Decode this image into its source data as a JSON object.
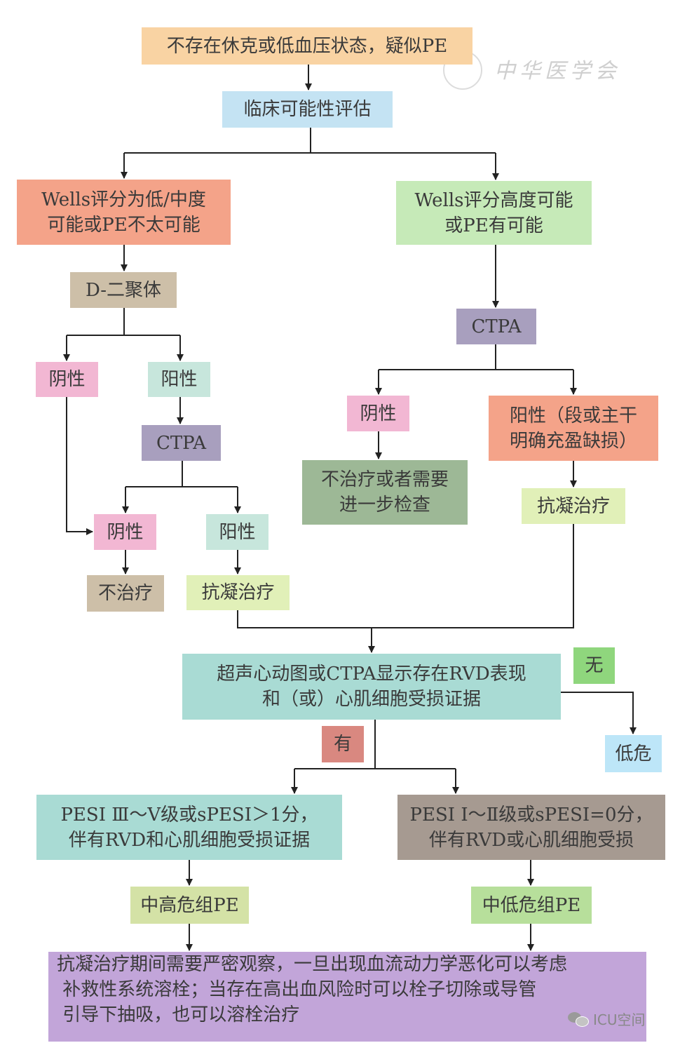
{
  "nodes": {
    "start": "不存在休克或低血压状态，疑似PE",
    "clinical": "临床可能性评估",
    "wells_low": [
      "Wells评分为低/中度",
      "可能或PE不太可能"
    ],
    "wells_high": [
      "Wells评分高度可能",
      "或PE有可能"
    ],
    "ddimer": "D-二聚体",
    "l_neg": "阴性",
    "l_pos": "阳性",
    "l_ctpa": "CTPA",
    "l2_neg": "阴性",
    "l2_pos": "阳性",
    "no_treat": "不治疗",
    "l_anticoag": "抗凝治疗",
    "r_ctpa": "CTPA",
    "r_neg": "阴性",
    "r_pos": [
      "阳性（段或主干",
      "明确充盈缺损）"
    ],
    "r_notreat": [
      "不治疗或者需要",
      "进一步检查"
    ],
    "r_anticoag": "抗凝治疗",
    "echo": [
      "超声心动图或CTPA显示存在RVD表现",
      "和（或）心肌细胞受损证据"
    ],
    "none_label": "无",
    "low_risk": "低危",
    "yes_label": "有",
    "pesi_high": [
      "PESI Ⅲ～Ⅴ级或sPESI＞1分，",
      "伴有RVD和心肌细胞受损证据"
    ],
    "pesi_low": [
      "PESI Ⅰ～Ⅱ级或sPESI=0分，",
      "伴有RVD或心肌细胞受损"
    ],
    "mid_high": "中高危组PE",
    "mid_low": "中低危组PE",
    "final": [
      "抗凝治疗期间需要严密观察，一旦出现血流动力学恶化可以考虑",
      " 补救性系统溶栓；当存在高出血风险时可以栓子切除或导管",
      " 引导下抽吸，也可以溶栓治疗"
    ]
  },
  "watermark": "中华医学会",
  "wechat_label": "ICU空间",
  "colors": {
    "orange_light": "#f9d3a3",
    "blue_light": "#c4e3f3",
    "salmon": "#f4a389",
    "green_light": "#c6eab8",
    "tan": "#cdbfa8",
    "pink": "#f2b7d3",
    "mint": "#c7e6dc",
    "purple_gray": "#a89fbe",
    "green_gray": "#9db896",
    "yellow_green": "#e1f0b8",
    "teal": "#a9dbd4",
    "green": "#8fd67d",
    "sky": "#bde6f8",
    "red": "#d98880",
    "brown": "#a69a91",
    "olive": "#d4e2a6",
    "green_mid": "#b7df9b",
    "violet": "#c2a5d9"
  }
}
